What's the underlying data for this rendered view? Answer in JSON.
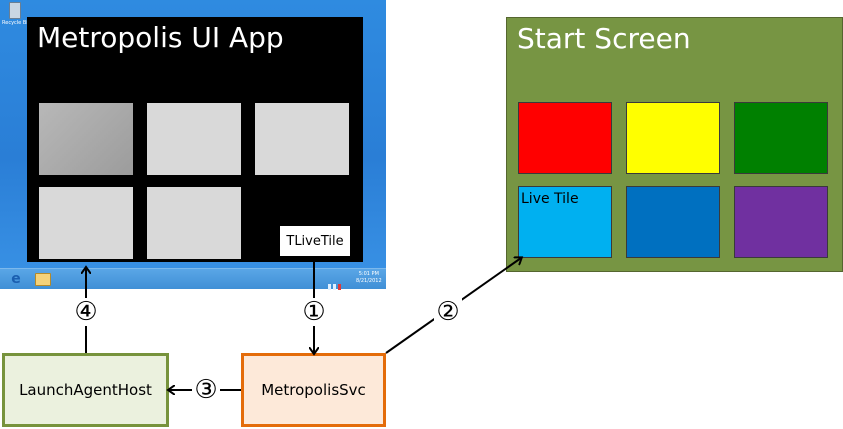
{
  "desktop": {
    "recycle_bin_label": "Recycle Bin",
    "app_title": "Metropolis UI App",
    "tlive_label": "TLiveTile",
    "taskbar": {
      "ie_glyph": "e",
      "clock_time": "5:01 PM",
      "clock_date": "8/21/2012"
    }
  },
  "start_screen": {
    "title": "Start Screen",
    "tiles": [
      {
        "color": "#ff0000",
        "label": ""
      },
      {
        "color": "#ffff00",
        "label": ""
      },
      {
        "color": "#008000",
        "label": ""
      },
      {
        "color": "#00b0f0",
        "label": "Live Tile"
      },
      {
        "color": "#0070c0",
        "label": ""
      },
      {
        "color": "#7030a0",
        "label": ""
      }
    ]
  },
  "boxes": {
    "launch_agent_host": "LaunchAgentHost",
    "metropolis_svc": "MetropolisSvc"
  },
  "steps": {
    "step1": "①",
    "step2": "②",
    "step3": "③",
    "step4": "④"
  },
  "colors": {
    "start_bg": "#779543",
    "launch_border": "#77933c",
    "launch_fill": "#ebf1de",
    "svc_border": "#e46c0a",
    "svc_fill": "#fde9d9"
  }
}
